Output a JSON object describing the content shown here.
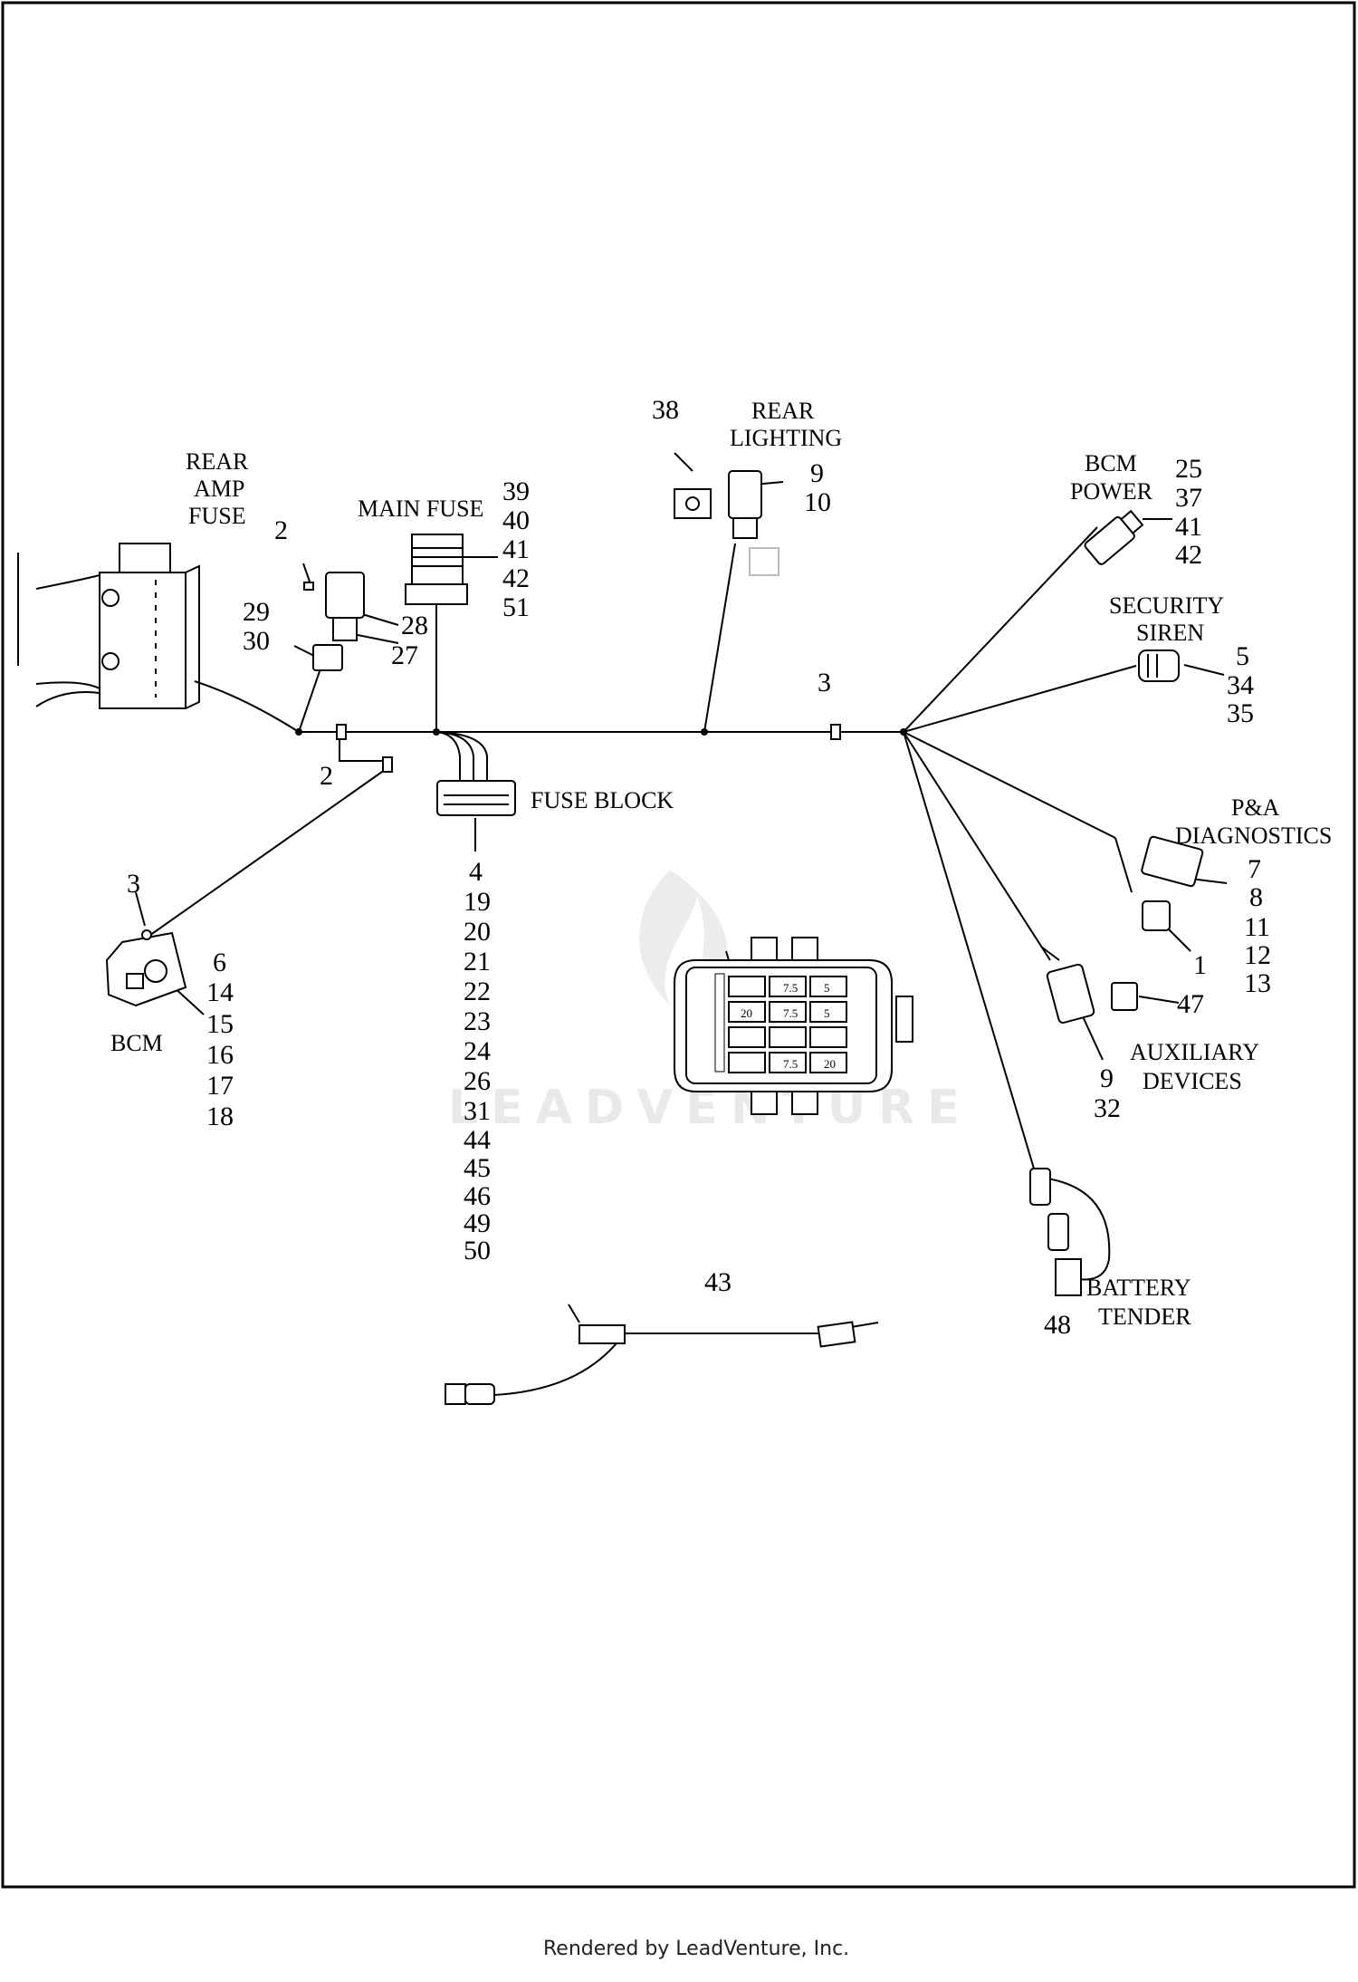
{
  "labels": {
    "rear_amp_fuse": [
      "REAR",
      "AMP",
      "FUSE"
    ],
    "main_fuse": "MAIN FUSE",
    "rear_lighting": [
      "REAR",
      "LIGHTING"
    ],
    "bcm_power": [
      "BCM",
      "POWER"
    ],
    "security_siren": [
      "SECURITY",
      "SIREN"
    ],
    "pa_diagnostics": [
      "P&A",
      "DIAGNOSTICS"
    ],
    "auxiliary_devices": [
      "AUXILIARY",
      "DEVICES"
    ],
    "battery_tender": [
      "BATTERY",
      "TENDER"
    ],
    "fuse_block": "FUSE BLOCK",
    "bcm": "BCM"
  },
  "callouts": {
    "rear_amp_fuse_part": "2",
    "rear_amp_fuse_conn_a": [
      "29",
      "30"
    ],
    "rear_amp_fuse_conn_b": [
      "28",
      "27"
    ],
    "main_fuse": [
      "39",
      "40",
      "41",
      "42",
      "51"
    ],
    "rear_lighting_clip": "38",
    "rear_lighting": [
      "9",
      "10"
    ],
    "bcm_power": [
      "25",
      "37",
      "41",
      "42"
    ],
    "trunk_clip": "3",
    "security_siren": [
      "5",
      "34",
      "35"
    ],
    "pa_diagnostics": [
      "7",
      "8",
      "11",
      "12",
      "13"
    ],
    "pa_diag_conn": "1",
    "aux_conn": "47",
    "auxiliary_devices": [
      "9",
      "32"
    ],
    "battery_tender": "48",
    "harness_43": "43",
    "branch_clip": "2",
    "bcm_clip": "3",
    "bcm": [
      "6",
      "14",
      "15",
      "16",
      "17",
      "18"
    ],
    "fuse_block": [
      "4",
      "19",
      "20",
      "21",
      "22",
      "23",
      "24",
      "26",
      "31",
      "44",
      "45",
      "46",
      "49",
      "50"
    ]
  },
  "fuse_ratings": [
    "7.5",
    "5",
    "20",
    "7.5",
    "5",
    "7.5",
    "20"
  ],
  "watermark": "LEADVENTURE",
  "footer": "Rendered by LeadVenture, Inc."
}
